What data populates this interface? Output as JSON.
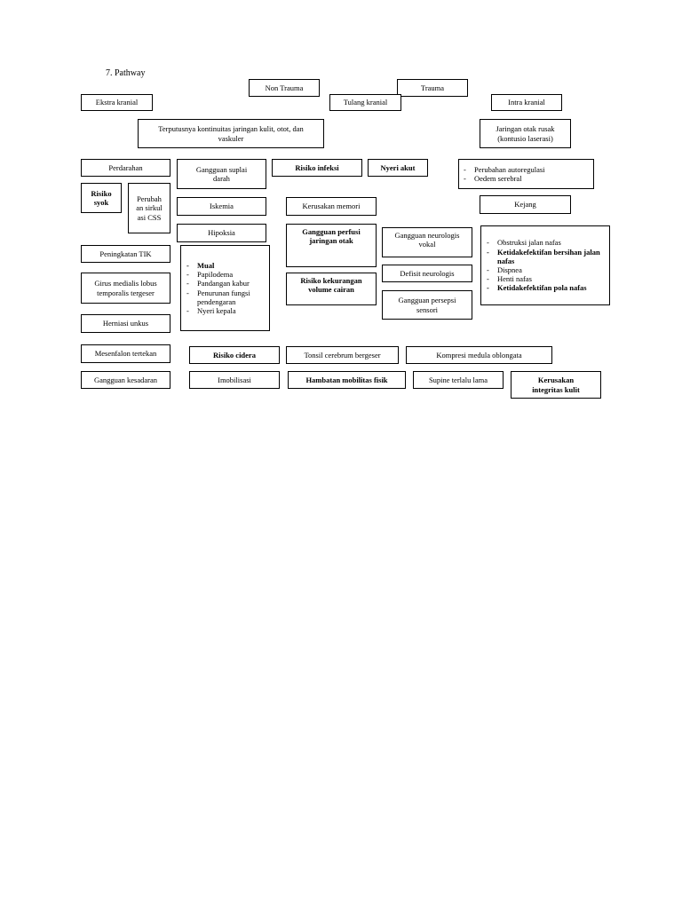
{
  "heading": "7.   Pathway",
  "boxes": {
    "non_trauma": "Non Trauma",
    "trauma": "Trauma",
    "ekstra_kranial": "Ekstra kranial",
    "tulang_kranial": "Tulang kranial",
    "intra_kranial": "Intra kranial",
    "terputusnya": "Terputusnya kontinuitas jaringan kulit, otot, dan vaskuler",
    "jaringan_otak_rusak": "Jaringan otak rusak (kontusio laserasi)",
    "perdarahan": "Perdarahan",
    "gangguan_suplai": "Gangguan suplai darah",
    "risiko_infeksi": "Risiko infeksi",
    "nyeri_akut": "Nyeri akut",
    "risiko_syok": "Risiko syok",
    "perubahan_sirkulasi": "Perubahan sirkulasi CSS",
    "iskemia": "Iskemia",
    "kerusakan_memori": "Kerusakan memori",
    "kejang": "Kejang",
    "hipoksia": "Hipoksia",
    "gangguan_perfusi": "Gangguan perfusi jaringan otak",
    "gangguan_neurologis_vokal": "Gangguan neurologis vokal",
    "peningkatan_tik": "Peningkatan TIK",
    "girus_medialis": "Girus medialis lobus temporalis tergeser",
    "risiko_kekurangan": "Risiko kekurangan volume cairan",
    "defisit_neurologis": "Defisit neurologis",
    "gangguan_persepsi": "Gangguan persepsi sensori",
    "herniasi_unkus": "Herniasi unkus",
    "mesenfalon": "Mesenfalon tertekan",
    "risiko_cidera": "Risiko cidera",
    "tonsil_cerebrum": "Tonsil cerebrum bergeser",
    "kompresi_medula": "Kompresi medula oblongata",
    "gangguan_kesadaran": "Gangguan kesadaran",
    "imobilisasi": "Imobilisasi",
    "hambatan_mobilitas": "Hambatan mobilitas fisik",
    "supine": "Supine terlalu lama",
    "kerusakan_integritas": "Kerusakan integritas kulit"
  },
  "lists": {
    "autoregulasi": [
      "Perubahan autoregulasi",
      "Oedem serebral"
    ],
    "symptoms": [
      "Mual",
      "Papilodema",
      "Pandangan kabur",
      "Penurunan fungsi pendengaran",
      "Nyeri kepala"
    ],
    "respiratory": [
      "Obstruksi jalan nafas",
      "Ketidakefektifan bersihan jalan nafas",
      "Dispnea",
      "Henti nafas",
      "Ketidakefektifan pola nafas"
    ]
  }
}
